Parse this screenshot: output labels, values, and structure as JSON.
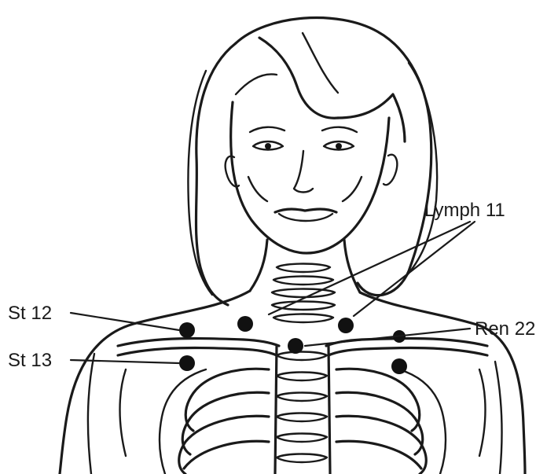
{
  "labels": {
    "lymph11": "Lymph 11",
    "st12": "St 12",
    "st13": "St 13",
    "ren22": "Ren 22"
  },
  "colors": {
    "ink": "#1a1a1a",
    "background": "#ffffff"
  }
}
